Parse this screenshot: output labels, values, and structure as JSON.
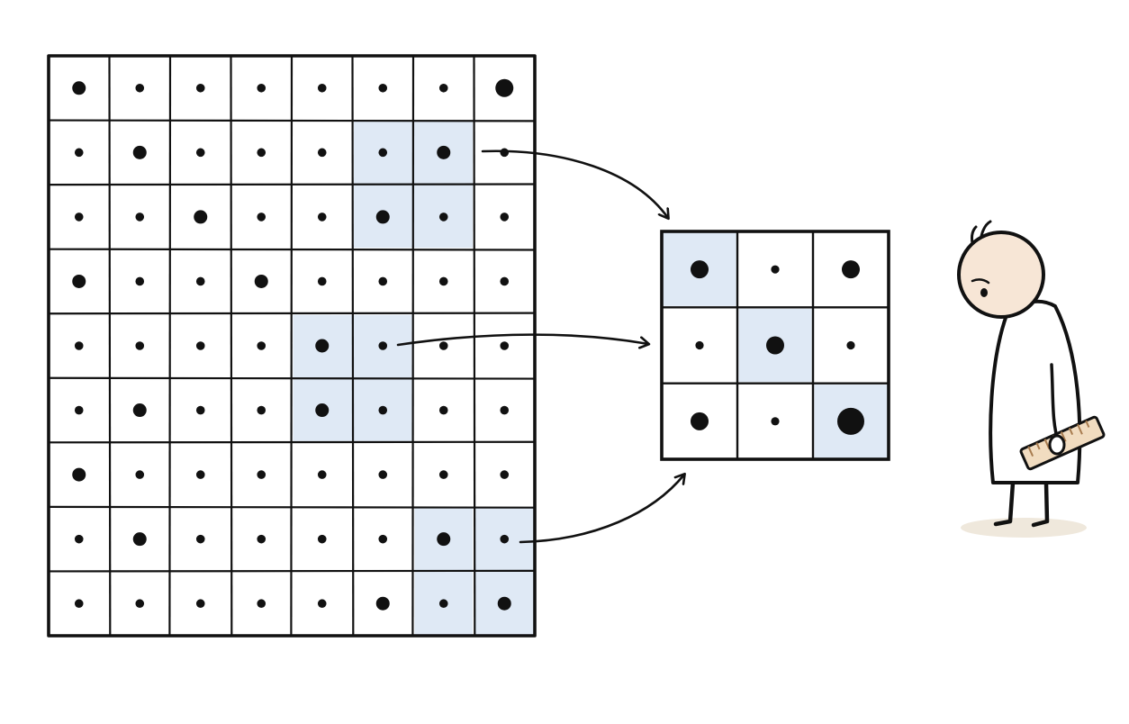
{
  "colors": {
    "ink": "#111111",
    "paper": "#ffffff",
    "highlight": "#dfe9f5",
    "skin": "#f7e6d6",
    "coat": "#ffffff",
    "ruler": "#f1dcc0",
    "ruler_ink": "#a87c4f",
    "shadow": "#efe8dc"
  },
  "large_grid": {
    "rows": 9,
    "cols": 8,
    "dot_sizes": [
      [
        2,
        1,
        1,
        1,
        1,
        1,
        1,
        3
      ],
      [
        1,
        2,
        1,
        1,
        1,
        1,
        2,
        1
      ],
      [
        1,
        1,
        2,
        1,
        1,
        2,
        1,
        1
      ],
      [
        2,
        1,
        1,
        2,
        1,
        1,
        1,
        1
      ],
      [
        1,
        1,
        1,
        1,
        2,
        1,
        1,
        1
      ],
      [
        1,
        2,
        1,
        1,
        2,
        1,
        1,
        1
      ],
      [
        2,
        1,
        1,
        1,
        1,
        1,
        1,
        1
      ],
      [
        1,
        2,
        1,
        1,
        1,
        1,
        2,
        1
      ],
      [
        1,
        1,
        1,
        1,
        1,
        2,
        1,
        2
      ]
    ],
    "highlight_blocks": [
      {
        "row": 1,
        "col": 5,
        "rows": 2,
        "cols": 2
      },
      {
        "row": 4,
        "col": 4,
        "rows": 2,
        "cols": 2
      },
      {
        "row": 7,
        "col": 6,
        "rows": 2,
        "cols": 1
      },
      {
        "row": 7,
        "col": 7,
        "rows": 2,
        "cols": 1
      }
    ]
  },
  "small_grid": {
    "rows": 3,
    "cols": 3,
    "dot_sizes": [
      [
        2,
        1,
        2
      ],
      [
        1,
        2,
        1
      ],
      [
        2,
        1,
        3
      ]
    ],
    "highlight_cells": [
      [
        0,
        0
      ],
      [
        1,
        1
      ],
      [
        2,
        2
      ]
    ]
  },
  "arrows": [
    {
      "from_block": 0,
      "to_target": "small-grid-top"
    },
    {
      "from_block": 1,
      "to_target": "small-grid-middle"
    },
    {
      "from_block": 2,
      "to_target": "small-grid-bottom"
    }
  ],
  "figure": {
    "icon": "person-with-ruler-icon"
  }
}
